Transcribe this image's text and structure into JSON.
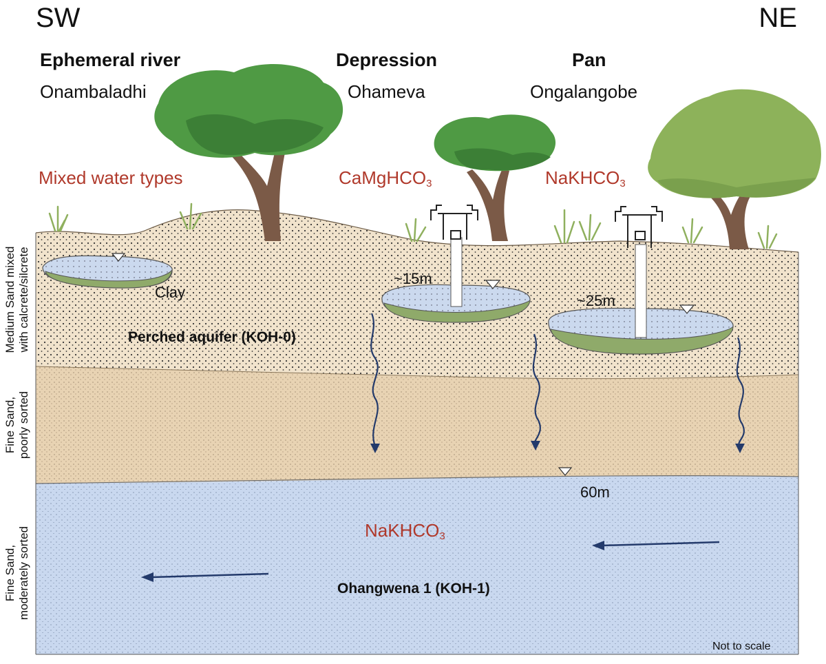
{
  "directions": {
    "left": "SW",
    "right": "NE"
  },
  "sites": [
    {
      "type": "Ephemeral river",
      "name": "Onambaladhi",
      "water_type": "Mixed water types"
    },
    {
      "type": "Depression",
      "name": "Ohameva",
      "water_type_main": "CaMgHCO",
      "water_type_sub": "3"
    },
    {
      "type": "Pan",
      "name": "Ongalangobe",
      "water_type_main": "NaKHCO",
      "water_type_sub": "3"
    }
  ],
  "layers": [
    {
      "line1": "Medium Sand mixed",
      "line2": "with calcrete/silcrete",
      "color": "#f1e3cc"
    },
    {
      "line1": "Fine Sand,",
      "line2": "poorly sorted",
      "color": "#e8d3b3"
    },
    {
      "line1": "Fine Sand,",
      "line2": "moderately sorted",
      "color": "#c9d8ef"
    }
  ],
  "labels": {
    "clay": "Clay",
    "perched_aquifer": "Perched aquifer (KOH-0)",
    "depth_depression": "~15m",
    "depth_pan": "~25m",
    "depth_regional": "60m",
    "regional_aquifer": "Ohangwena 1 (KOH-1)",
    "regional_chem_main": "NaKHCO",
    "regional_chem_sub": "3",
    "scale_note": "Not to scale"
  },
  "colors": {
    "water": "#c9d8ef",
    "clay_lens": "#8faa6a",
    "flow_arrow": "#233a6b",
    "chem_text": "#b0392b",
    "tree_trunk": "#7b5a47",
    "tree_dark": "#3c8a3b",
    "tree_light": "#8db25a"
  }
}
